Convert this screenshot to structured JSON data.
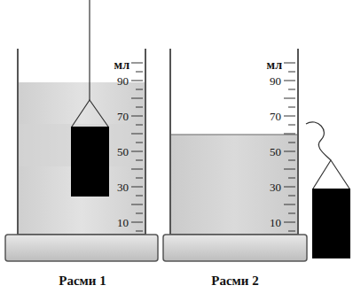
{
  "diagram": {
    "labels": [
      "мл",
      "90",
      "70",
      "50",
      "30",
      "10",
      "мл",
      "90",
      "70",
      "50",
      "30",
      "10",
      "Расми 1",
      "Расми 2"
    ]
  }
}
